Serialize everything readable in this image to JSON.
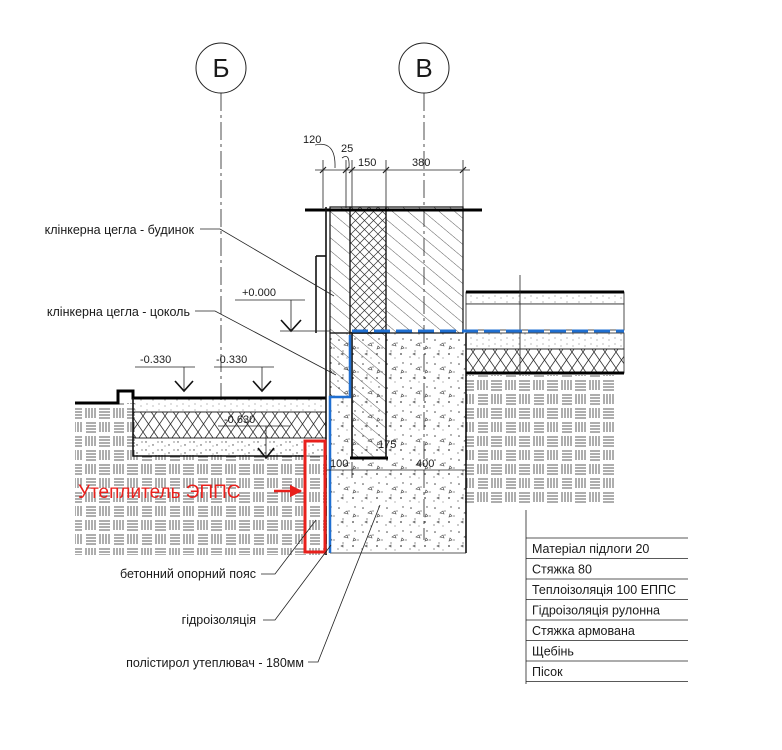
{
  "axes": {
    "left": "Б",
    "right": "В"
  },
  "dimensions": {
    "d120": "120",
    "d25": "25",
    "d150": "150",
    "d380": "380",
    "d100": "100",
    "d175": "175",
    "d400": "400"
  },
  "levels": {
    "floor": "+0.000",
    "ground_left": "-0.330",
    "ground_right": "-0.330",
    "footing": "-0.630"
  },
  "labels": {
    "clinker_house": "клінкерна цегла - будинок",
    "clinker_plinth": "клінкерна цегла - цоколь",
    "epps": "Утеплитель ЭППС",
    "concrete_belt": "бетонний опорний пояс",
    "waterproofing": "гідроізоляція",
    "polystyrene": "полістирол утеплювач - 180мм"
  },
  "floor_layers": [
    "Матеріал підлоги 20",
    "Стяжка 80",
    "Теплоізоляція 100 ЕППС",
    "Гідроізоляція рулонна",
    "Стяжка армована",
    "Щебінь",
    "Пісок"
  ],
  "colors": {
    "accent_red": "#e8201c",
    "waterproofing_blue": "#1f6fd1"
  }
}
